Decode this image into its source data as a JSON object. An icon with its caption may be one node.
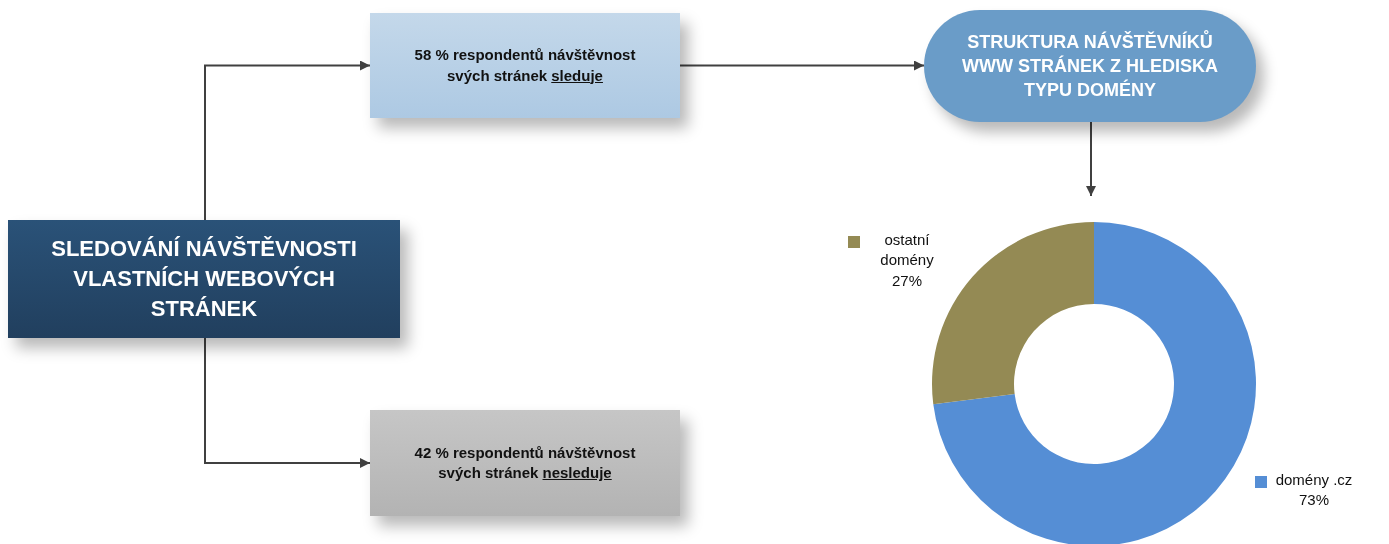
{
  "diagram": {
    "nodes": [
      {
        "text": [
          "SLEDOVÁNÍ NÁVŠTĚVNOSTI VLASTNÍCH WEBOVÝCH STRÁNEK"
        ]
      },
      {
        "text": [
          "58 % respondentů návštěvnost svých stránek sleduje"
        ]
      },
      {
        "text": [
          "42 % respondentů návštěvnost svých stránek nesleduje"
        ]
      },
      {
        "text": [
          "STRUKTURA NÁVŠTĚVNÍKŮ WWW STRÁNEK Z HLEDISKA TYPU DOMÉNY"
        ]
      }
    ],
    "edges": [
      {
        "from": 0,
        "to": 1,
        "arrow": "to"
      },
      {
        "from": 0,
        "to": 2,
        "arrow": "to"
      },
      {
        "from": 1,
        "to": 3,
        "arrow": "to"
      },
      {
        "from": 3,
        "to": null,
        "arrow": "to"
      }
    ],
    "chart_data": {
      "type": "donut",
      "categories": [
        "domény .cz",
        "ostatní domény"
      ],
      "series": [
        {
          "values": [
            73,
            27
          ]
        }
      ],
      "value_labels": [
        "73%",
        "27%"
      ]
    }
  }
}
